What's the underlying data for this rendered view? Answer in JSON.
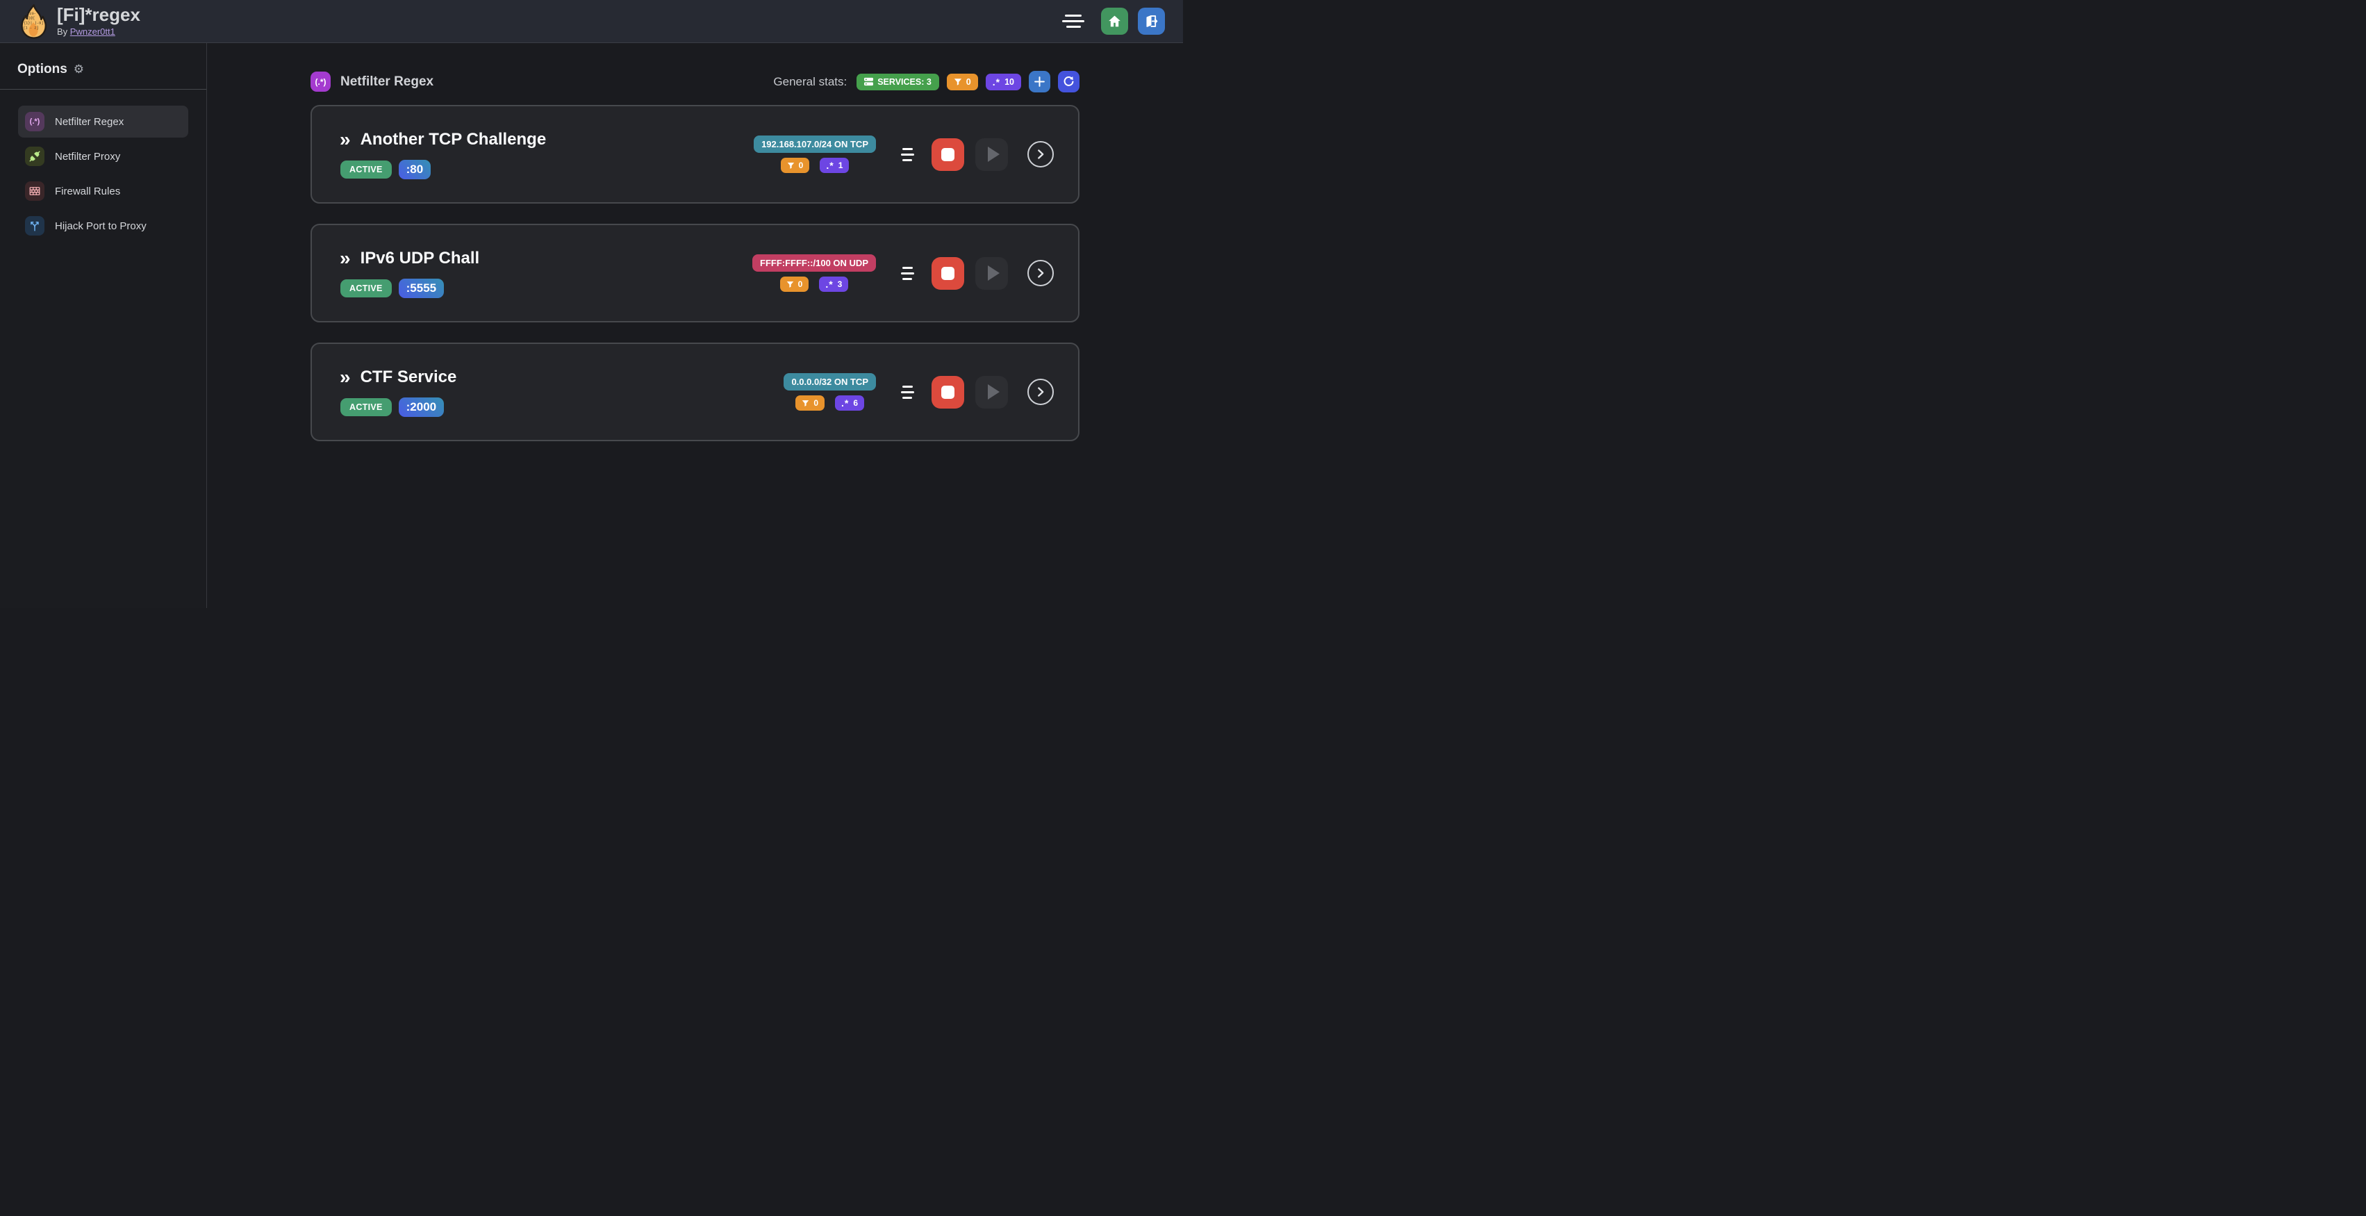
{
  "colors": {
    "accent_purple": "#a43bcf",
    "services_green": "#45a04c",
    "status_green": "#459d70",
    "filter_orange": "#e8932c",
    "regex_violet": "#6d46e3",
    "teal_address": "#3d8b9f",
    "pink_address": "#c23e62",
    "home_green": "#42965f",
    "logout_blue": "#3b76c7",
    "refresh_indigo": "#4453dd",
    "stop_red": "#dc4a3d"
  },
  "header": {
    "title": "[Fi]*regex",
    "by_label": "By",
    "author_link": "Pwnzer0tt1"
  },
  "sidebar": {
    "heading": "Options",
    "gear_glyph": "⚙",
    "items": [
      {
        "label": "Netfilter Regex",
        "icon": "regex-icon",
        "glyph": "(.*)"
      },
      {
        "label": "Netfilter Proxy",
        "icon": "plug-icon"
      },
      {
        "label": "Firewall Rules",
        "icon": "firewall-bricks-icon"
      },
      {
        "label": "Hijack Port to Proxy",
        "icon": "split-arrows-icon"
      }
    ]
  },
  "ui": {
    "double_chevron": "»",
    "regex_glyph": ".*"
  },
  "main": {
    "section_icon_glyph": "(.*)",
    "section_title": "Netfilter Regex",
    "stats_label": "General stats:",
    "stats": {
      "services_label": "SERVICES: 3",
      "filters_count": "0",
      "regexes_count": "10"
    },
    "services": [
      {
        "name": "Another TCP Challenge",
        "status": "ACTIVE",
        "port": ":80",
        "address": "192.168.107.0/24 ON TCP",
        "address_bg": "#3d8b9f",
        "filters_count": "0",
        "regexes_count": "1"
      },
      {
        "name": "IPv6 UDP Chall",
        "status": "ACTIVE",
        "port": ":5555",
        "address": "FFFF:FFFF::/100 ON UDP",
        "address_bg": "#c23e62",
        "filters_count": "0",
        "regexes_count": "3"
      },
      {
        "name": "CTF Service",
        "status": "ACTIVE",
        "port": ":2000",
        "address": "0.0.0.0/32 ON TCP",
        "address_bg": "#3d8b9f",
        "filters_count": "0",
        "regexes_count": "6"
      }
    ]
  }
}
